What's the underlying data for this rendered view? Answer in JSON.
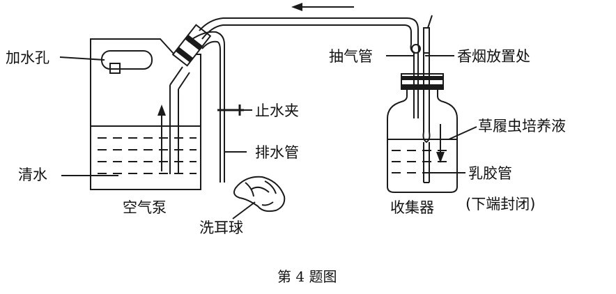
{
  "labels": {
    "fill_hole": "加水孔",
    "clear_water": "清水",
    "air_pump": "空气泵",
    "water_clamp": "止水夹",
    "drain_pipe": "排水管",
    "ear_bulb": "洗耳球",
    "suction_pipe": "抽气管",
    "cigarette_place": "香烟放置处",
    "culture_liquid": "草履虫培养液",
    "latex_tube": "乳胶管",
    "latex_tube_note": "(下端封闭)",
    "collector": "收集器"
  },
  "caption": "第 4 题图"
}
